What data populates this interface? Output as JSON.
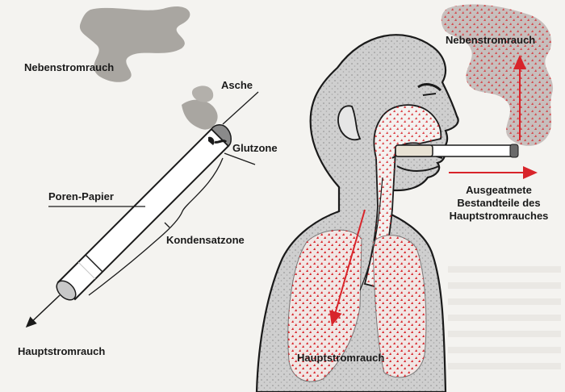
{
  "left": {
    "nebenstromrauch": "Nebenstromrauch",
    "asche": "Asche",
    "glutzone": "Glutzone",
    "poren_papier": "Poren-Papier",
    "kondensatzone": "Kondensatzone",
    "hauptstromrauch": "Hauptstromrauch"
  },
  "right": {
    "nebenstromrauch": "Nebenstromrauch",
    "ausgeatmete": [
      "Ausgeatmete",
      "Bestandteile des",
      "Hauptstromrauches"
    ],
    "hauptstromrauch": "Hauptstromrauch"
  },
  "colors": {
    "smoke": "#a9a6a1",
    "body_fill": "#d8d8d8",
    "red": "#d8242a",
    "outline": "#1a1a1a"
  }
}
